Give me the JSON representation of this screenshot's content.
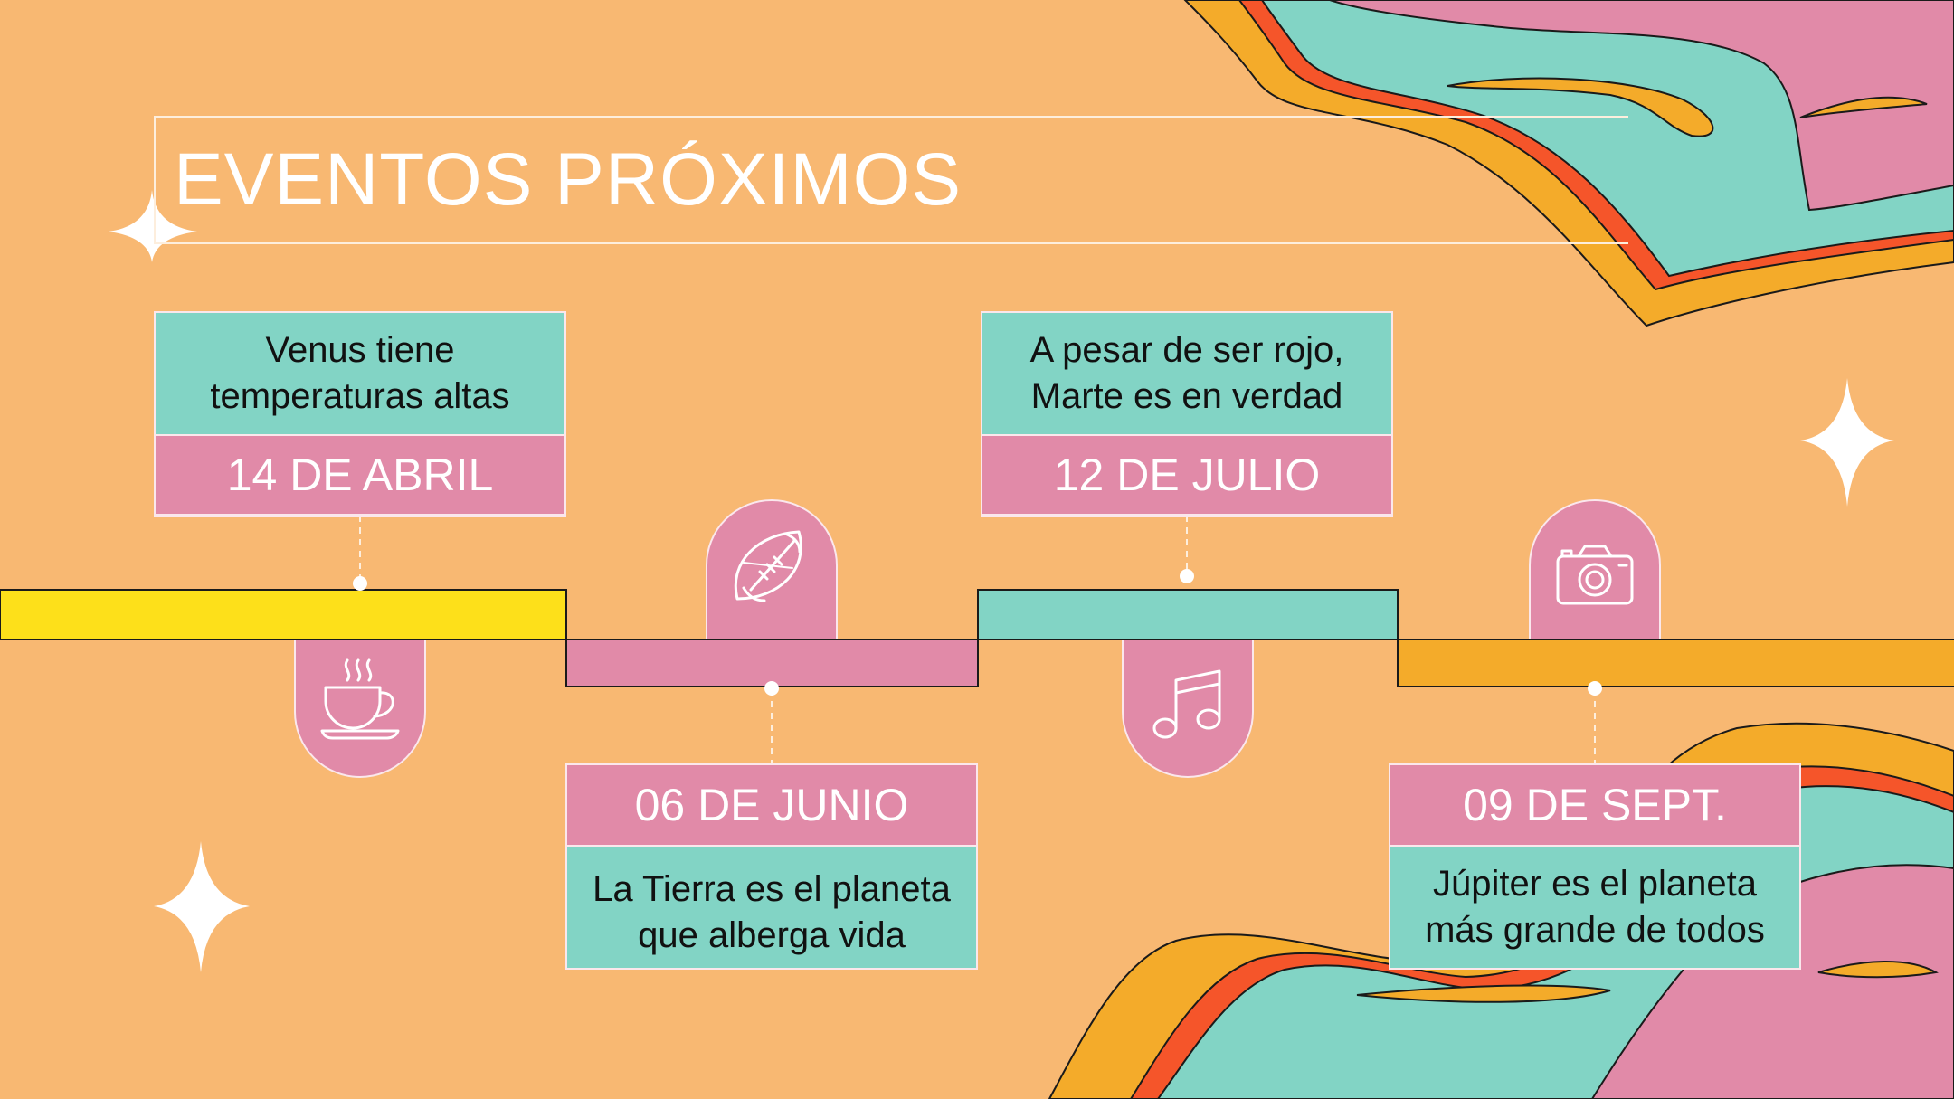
{
  "title": "EVENTOS PRÓXIMOS",
  "colors": {
    "background": "#f8b872",
    "teal": "#82d4c5",
    "pink": "#e18aa8",
    "yellow": "#fde01a",
    "orange": "#f4ab2a",
    "red": "#f5552a",
    "white": "#ffffff"
  },
  "events": [
    {
      "date": "14 DE ABRIL",
      "description": "Venus tiene temperaturas altas",
      "icon": "coffee-cup-icon"
    },
    {
      "date": "06 DE JUNIO",
      "description": "La Tierra es el planeta que alberga vida",
      "icon": "football-icon"
    },
    {
      "date": "12 DE JULIO",
      "description": "A pesar de ser rojo, Marte es en verdad",
      "icon": "music-note-icon"
    },
    {
      "date": "09 DE SEPT.",
      "description": "Júpiter es el planeta más grande de todos",
      "icon": "camera-icon"
    }
  ]
}
